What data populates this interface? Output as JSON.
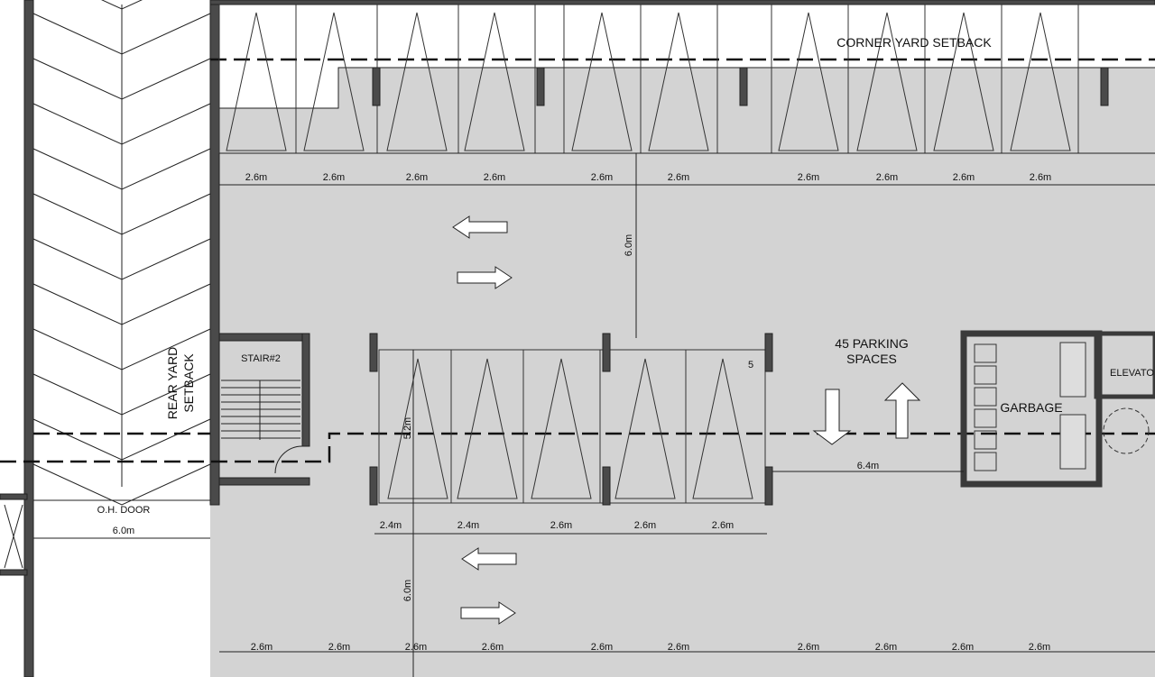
{
  "labels": {
    "corner_setback": "CORNER YARD SETBACK",
    "rear_setback_1": "REAR YARD",
    "rear_setback_2": "SETBACK",
    "stair": "STAIR#2",
    "parking_1": "45 PARKING",
    "parking_2": "SPACES",
    "garbage": "GARBAGE",
    "elevator": "ELEVATO",
    "oh_door": "O.H.  DOOR",
    "stall_number": "5"
  },
  "dimensions": {
    "top_row": [
      "2.6m",
      "2.6m",
      "2.6m",
      "2.6m",
      "2.6m",
      "2.6m",
      "2.6m",
      "2.6m",
      "2.6m",
      "2.6m"
    ],
    "middle_row": [
      "2.4m",
      "2.4m",
      "2.6m",
      "2.6m",
      "2.6m"
    ],
    "bottom_row": [
      "2.6m",
      "2.6m",
      "2.6m",
      "2.6m",
      "2.6m",
      "2.6m",
      "2.6m",
      "2.6m",
      "2.6m",
      "2.6m"
    ],
    "aisle_top": "6.0m",
    "stall_depth": "5.2m",
    "aisle_bottom": "6.0m",
    "garbage_offset": "6.4m",
    "door_width": "6.0m"
  },
  "colors": {
    "floor": "#d3d3d3",
    "wall": "#4a4a4a"
  }
}
